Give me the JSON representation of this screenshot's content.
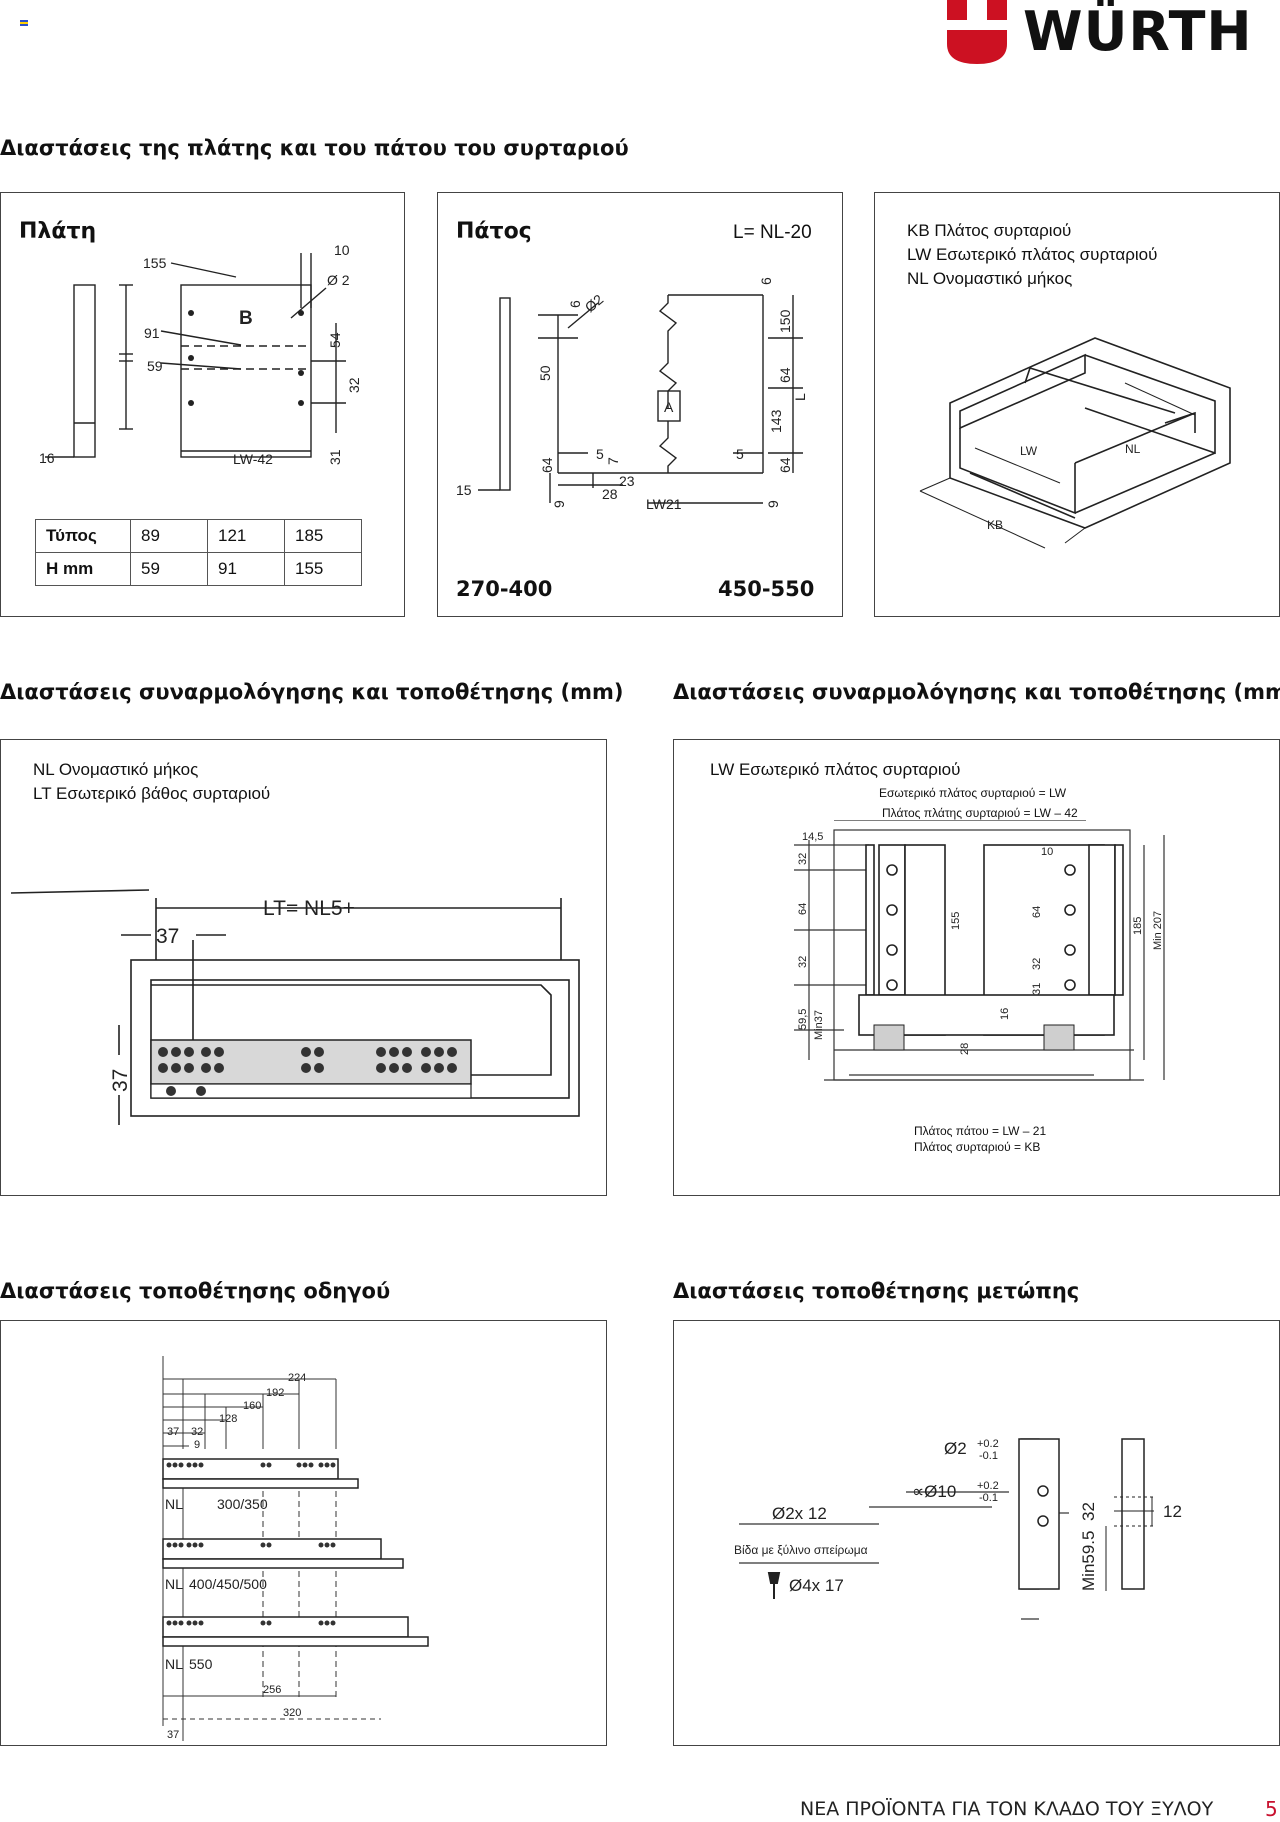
{
  "brand": {
    "name": "WÜRTH",
    "color": "#cc0000"
  },
  "sections": {
    "top_title": "Διαστάσεις της πλάτης και του πάτου του συρταριού",
    "assembly_title_left": "Διαστάσεις συναρμολόγησης και τοποθέτησης (mm)",
    "assembly_title_right": "Διαστάσεις συναρμολόγησης και τοποθέτησης (mm)",
    "guide_title": "Διαστάσεις τοποθέτησης οδηγού",
    "front_title": "Διαστάσεις τοποθέτησης μετώπης"
  },
  "back_panel": {
    "title": "Πλάτη",
    "label_b": "B",
    "dims": {
      "d155": "155",
      "d10": "10",
      "d2": "Ø 2",
      "d91": "91",
      "d59": "59",
      "d54": "54",
      "d32": "32",
      "d16": "16",
      "dlw": "LW-42",
      "d31": "31"
    },
    "table": {
      "rows": [
        {
          "head": "Τύπος",
          "cells": [
            "89",
            "121",
            "185"
          ]
        },
        {
          "head": "H mm",
          "cells": [
            "59",
            "91",
            "155"
          ]
        }
      ]
    }
  },
  "bottom_panel": {
    "title": "Πάτος",
    "formula": "L= NL-20",
    "label_a": "A",
    "dims": {
      "d6a": "6",
      "d2": "Ø2",
      "d50": "50",
      "d6b": "6",
      "d150": "150",
      "d64a": "64",
      "dl": "L",
      "d143": "143",
      "d64b": "64",
      "d64c": "64",
      "d5a": "5",
      "d7": "7",
      "d5b": "5",
      "d15": "15",
      "d9a": "9",
      "d28": "28",
      "d23": "23",
      "dlw": "LW21",
      "d9b": "9"
    },
    "range_left": "270-400",
    "range_right": "450-550"
  },
  "legend_box": {
    "lines": [
      "KB Πλάτος συρταριού",
      "LW Εσωτερικό πλάτος συρταριού",
      "NL Ονομαστικό μήκος"
    ],
    "labels": {
      "lw": "LW",
      "nl": "NL",
      "kb": "KB"
    }
  },
  "assembly_left": {
    "lines": [
      "NL Ονομαστικό μήκος",
      "LT Εσωτερικό βάθος συρταριού"
    ],
    "dims": {
      "lt": "LT= NL5+",
      "d37a": "37",
      "d37b": "37"
    }
  },
  "assembly_right": {
    "line": "LW Εσωτερικό πλάτος συρταριού",
    "top_notes": [
      "Εσωτερικό πλάτος συρταριού = LW",
      "Πλάτος πλάτης συρταριού = LW – 42"
    ],
    "bottom_notes": [
      "Πλάτος πάτου = LW – 21",
      "Πλάτος συρταριού = KB"
    ],
    "dims": {
      "d145": "14,5",
      "d10": "10",
      "d32a": "32",
      "d64a": "64",
      "d32b": "32",
      "d595": "59,5",
      "dmin37": "Min37",
      "d155": "155",
      "d28": "28",
      "d16": "16",
      "d64b": "64",
      "d32c": "32",
      "d31": "31",
      "d185": "185",
      "dmin207": "Min 207"
    }
  },
  "guide": {
    "dims": {
      "d224": "224",
      "d192": "192",
      "d160": "160",
      "d128": "128",
      "d37": "37",
      "d32": "32",
      "d9": "9",
      "d256": "256",
      "d320": "320",
      "d37b": "37"
    },
    "rows": [
      {
        "nl": "NL",
        "value": "300/350"
      },
      {
        "nl": "NL",
        "value": "400/450/500"
      },
      {
        "nl": "NL",
        "value": "550"
      }
    ]
  },
  "front": {
    "hole1": "Ø2x 12",
    "screw_note": "Βίδα με ξύλινο σπείρωμα",
    "hole2": "Ø4x 17",
    "d2": "Ø2",
    "tol1_plus": "+0.2",
    "tol1_minus": "-0.1",
    "d10": "∝Ø10",
    "tol2_plus": "+0.2",
    "tol2_minus": "-0.1",
    "d32": "32",
    "dmin": "Min59.5",
    "d12": "12"
  },
  "footer": {
    "text": "ΝΕΑ ΠΡΟΪΟΝΤΑ ΓΙΑ ΤΟΝ ΚΛΑΔΟ ΤΟΥ ΞΥΛΟΥ",
    "page": "5"
  }
}
